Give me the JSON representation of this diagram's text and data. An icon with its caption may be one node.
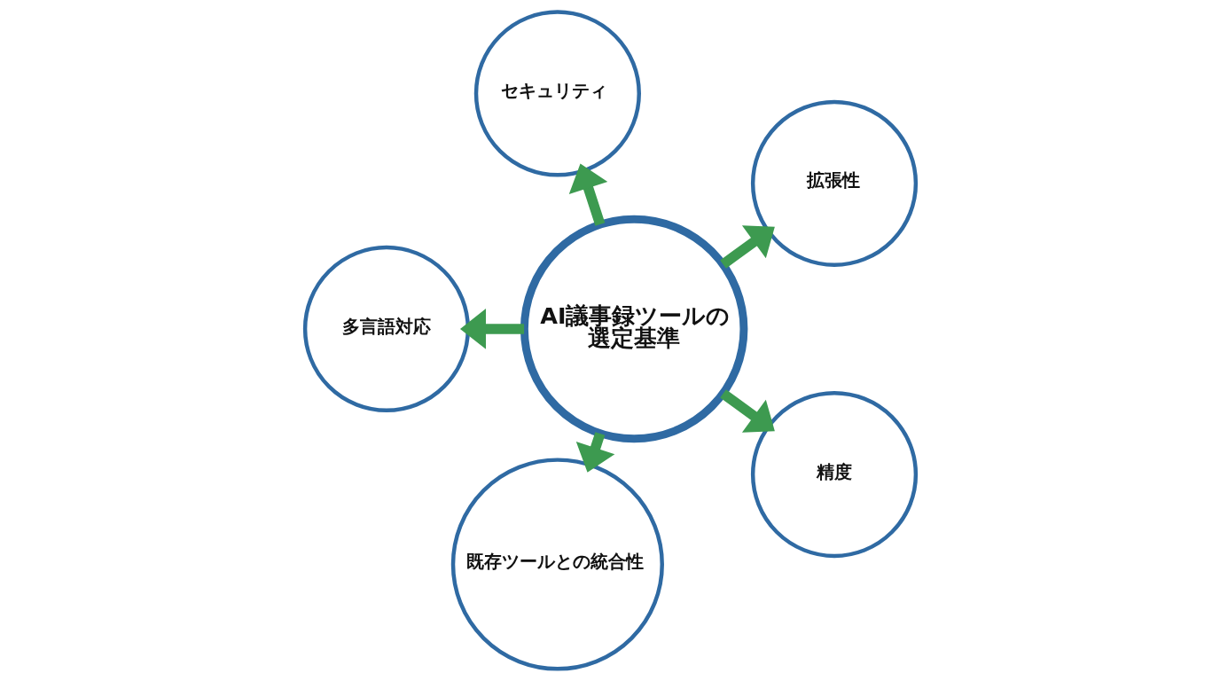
{
  "diagram": {
    "nodes": [
      {
        "text": [
          "セキュリティ"
        ]
      },
      {
        "text": [
          "多言語対応"
        ]
      },
      {
        "text": [
          "拡張性"
        ]
      },
      {
        "text": [
          "AI議事録ツールの選定基準"
        ]
      },
      {
        "text": [
          "既存ツールとの統合性"
        ]
      },
      {
        "text": [
          "精度"
        ]
      }
    ],
    "edges": [
      {
        "from": 3,
        "to": 0,
        "arrow": "to"
      },
      {
        "from": 3,
        "to": 2,
        "arrow": "to"
      },
      {
        "from": 3,
        "to": 5,
        "arrow": "to"
      },
      {
        "from": 3,
        "to": 4,
        "arrow": "to"
      },
      {
        "from": 3,
        "to": 1,
        "arrow": "to"
      }
    ]
  }
}
